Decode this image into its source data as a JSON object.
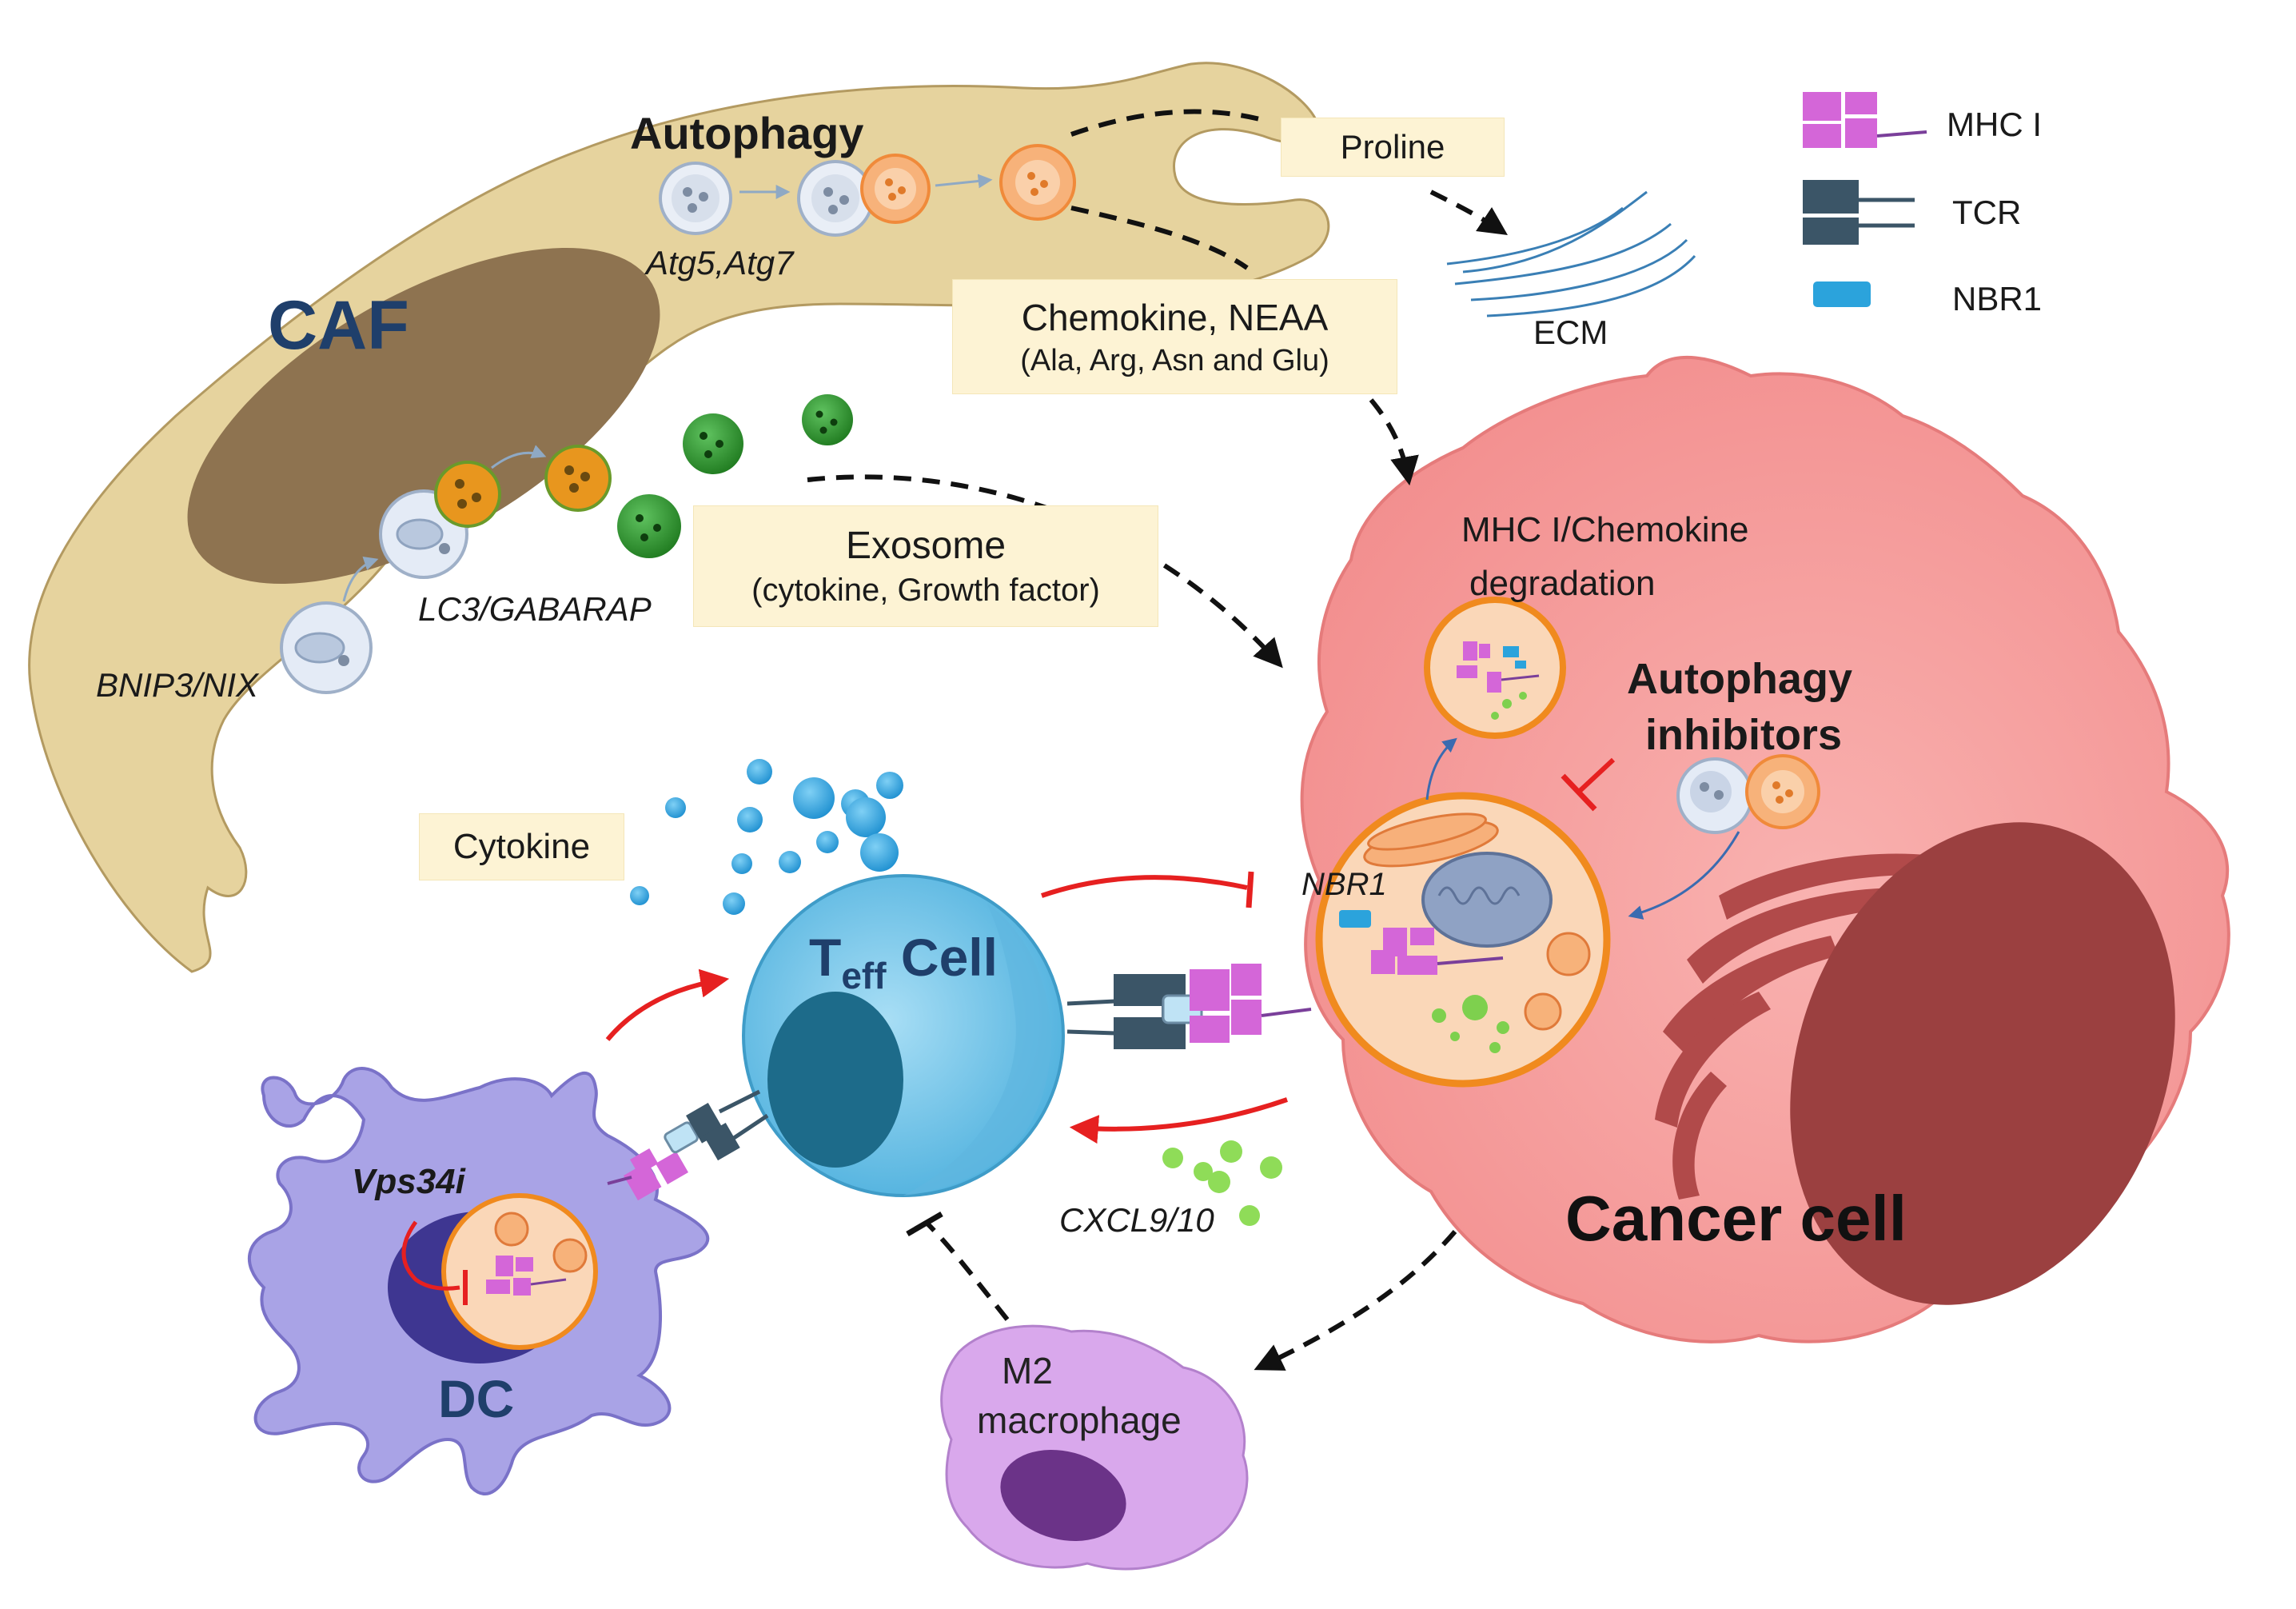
{
  "caf": {
    "title": "CAF",
    "autophagy_label": "Autophagy",
    "atg_label": "Atg5,Atg7",
    "lc3_label": "LC3/GABARAP",
    "bnip3_label": "BNIP3/NIX"
  },
  "boxes": {
    "proline": "Proline",
    "chemokine_line1": "Chemokine, NEAA",
    "chemokine_line2": "(Ala, Arg, Asn and Glu)",
    "exosome_line1": "Exosome",
    "exosome_line2": "(cytokine, Growth factor)",
    "cytokine": "Cytokine"
  },
  "ecm_label": "ECM",
  "legend": {
    "mhc": "MHC I",
    "tcr": "TCR",
    "nbr1": "NBR1"
  },
  "cancer": {
    "title": "Cancer cell",
    "degradation_line1": "MHC I/Chemokine",
    "degradation_line2": "degradation",
    "inhibitors_line1": "Autophagy",
    "inhibitors_line2": "inhibitors",
    "nbr1_label": "NBR1"
  },
  "teff": {
    "main": "T",
    "sub": "eff",
    "suffix": " Cell"
  },
  "cxcl_label": "CXCL9/10",
  "dc": {
    "title": "DC",
    "drug_label": "Vps34i"
  },
  "m2": {
    "line1": "M2",
    "line2": "macrophage"
  },
  "colors": {
    "caf_body": "#e6d39e",
    "caf_nucleus": "#8e7350",
    "cancer_body": "#f5a0a0",
    "cancer_nucleus": "#9b4040",
    "teff_body": "#7cc8ea",
    "teff_nucleus": "#1d6b8a",
    "dc_body": "#a9a3e6",
    "m2_body": "#d9a8ec",
    "mhc": "#d466d8",
    "tcr": "#3b5567",
    "nbr1": "#2ba3dc",
    "autophagosome_orange": "#f7b27a",
    "exosome_green": "#2f8f2f",
    "arrow_red": "#e62020",
    "label_box": "#fdf3d4"
  }
}
